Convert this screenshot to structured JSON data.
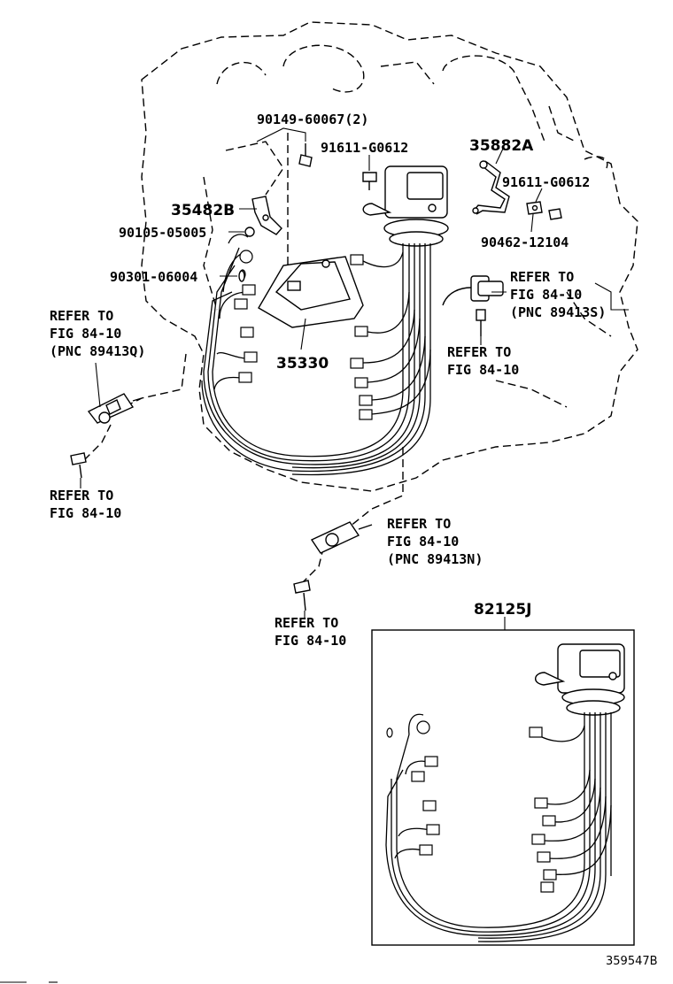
{
  "labels": {
    "bolt_90149": "90149-60067(2)",
    "bolt_91611_a": "91611-G0612",
    "sensor_35882A": "35882A",
    "bolt_91611_b": "91611-G0612",
    "bracket_35482B": "35482B",
    "nut_90105": "90105-05005",
    "clamp_90462": "90462-12104",
    "washer_90301": "90301-06004",
    "ecu_35330": "35330",
    "refer_left_1": "REFER TO",
    "refer_left_2": "FIG 84-10",
    "refer_left_3": "(PNC 89413Q)",
    "refer_right_1": "REFER TO",
    "refer_right_2": "FIG 84-10",
    "refer_right_3": "(PNC 89413S)",
    "refer_mid_1": "REFER TO",
    "refer_mid_2": "FIG 84-10",
    "refer_bolt_left_1": "REFER TO",
    "refer_bolt_left_2": "FIG 84-10",
    "refer_low_1": "REFER TO",
    "refer_low_2": "FIG 84-10",
    "refer_low_3": "(PNC 89413N)",
    "refer_bolt_low_1": "REFER TO",
    "refer_bolt_low_2": "FIG 84-10",
    "harness_82125J": "82125J",
    "figure_id": "359547B"
  }
}
